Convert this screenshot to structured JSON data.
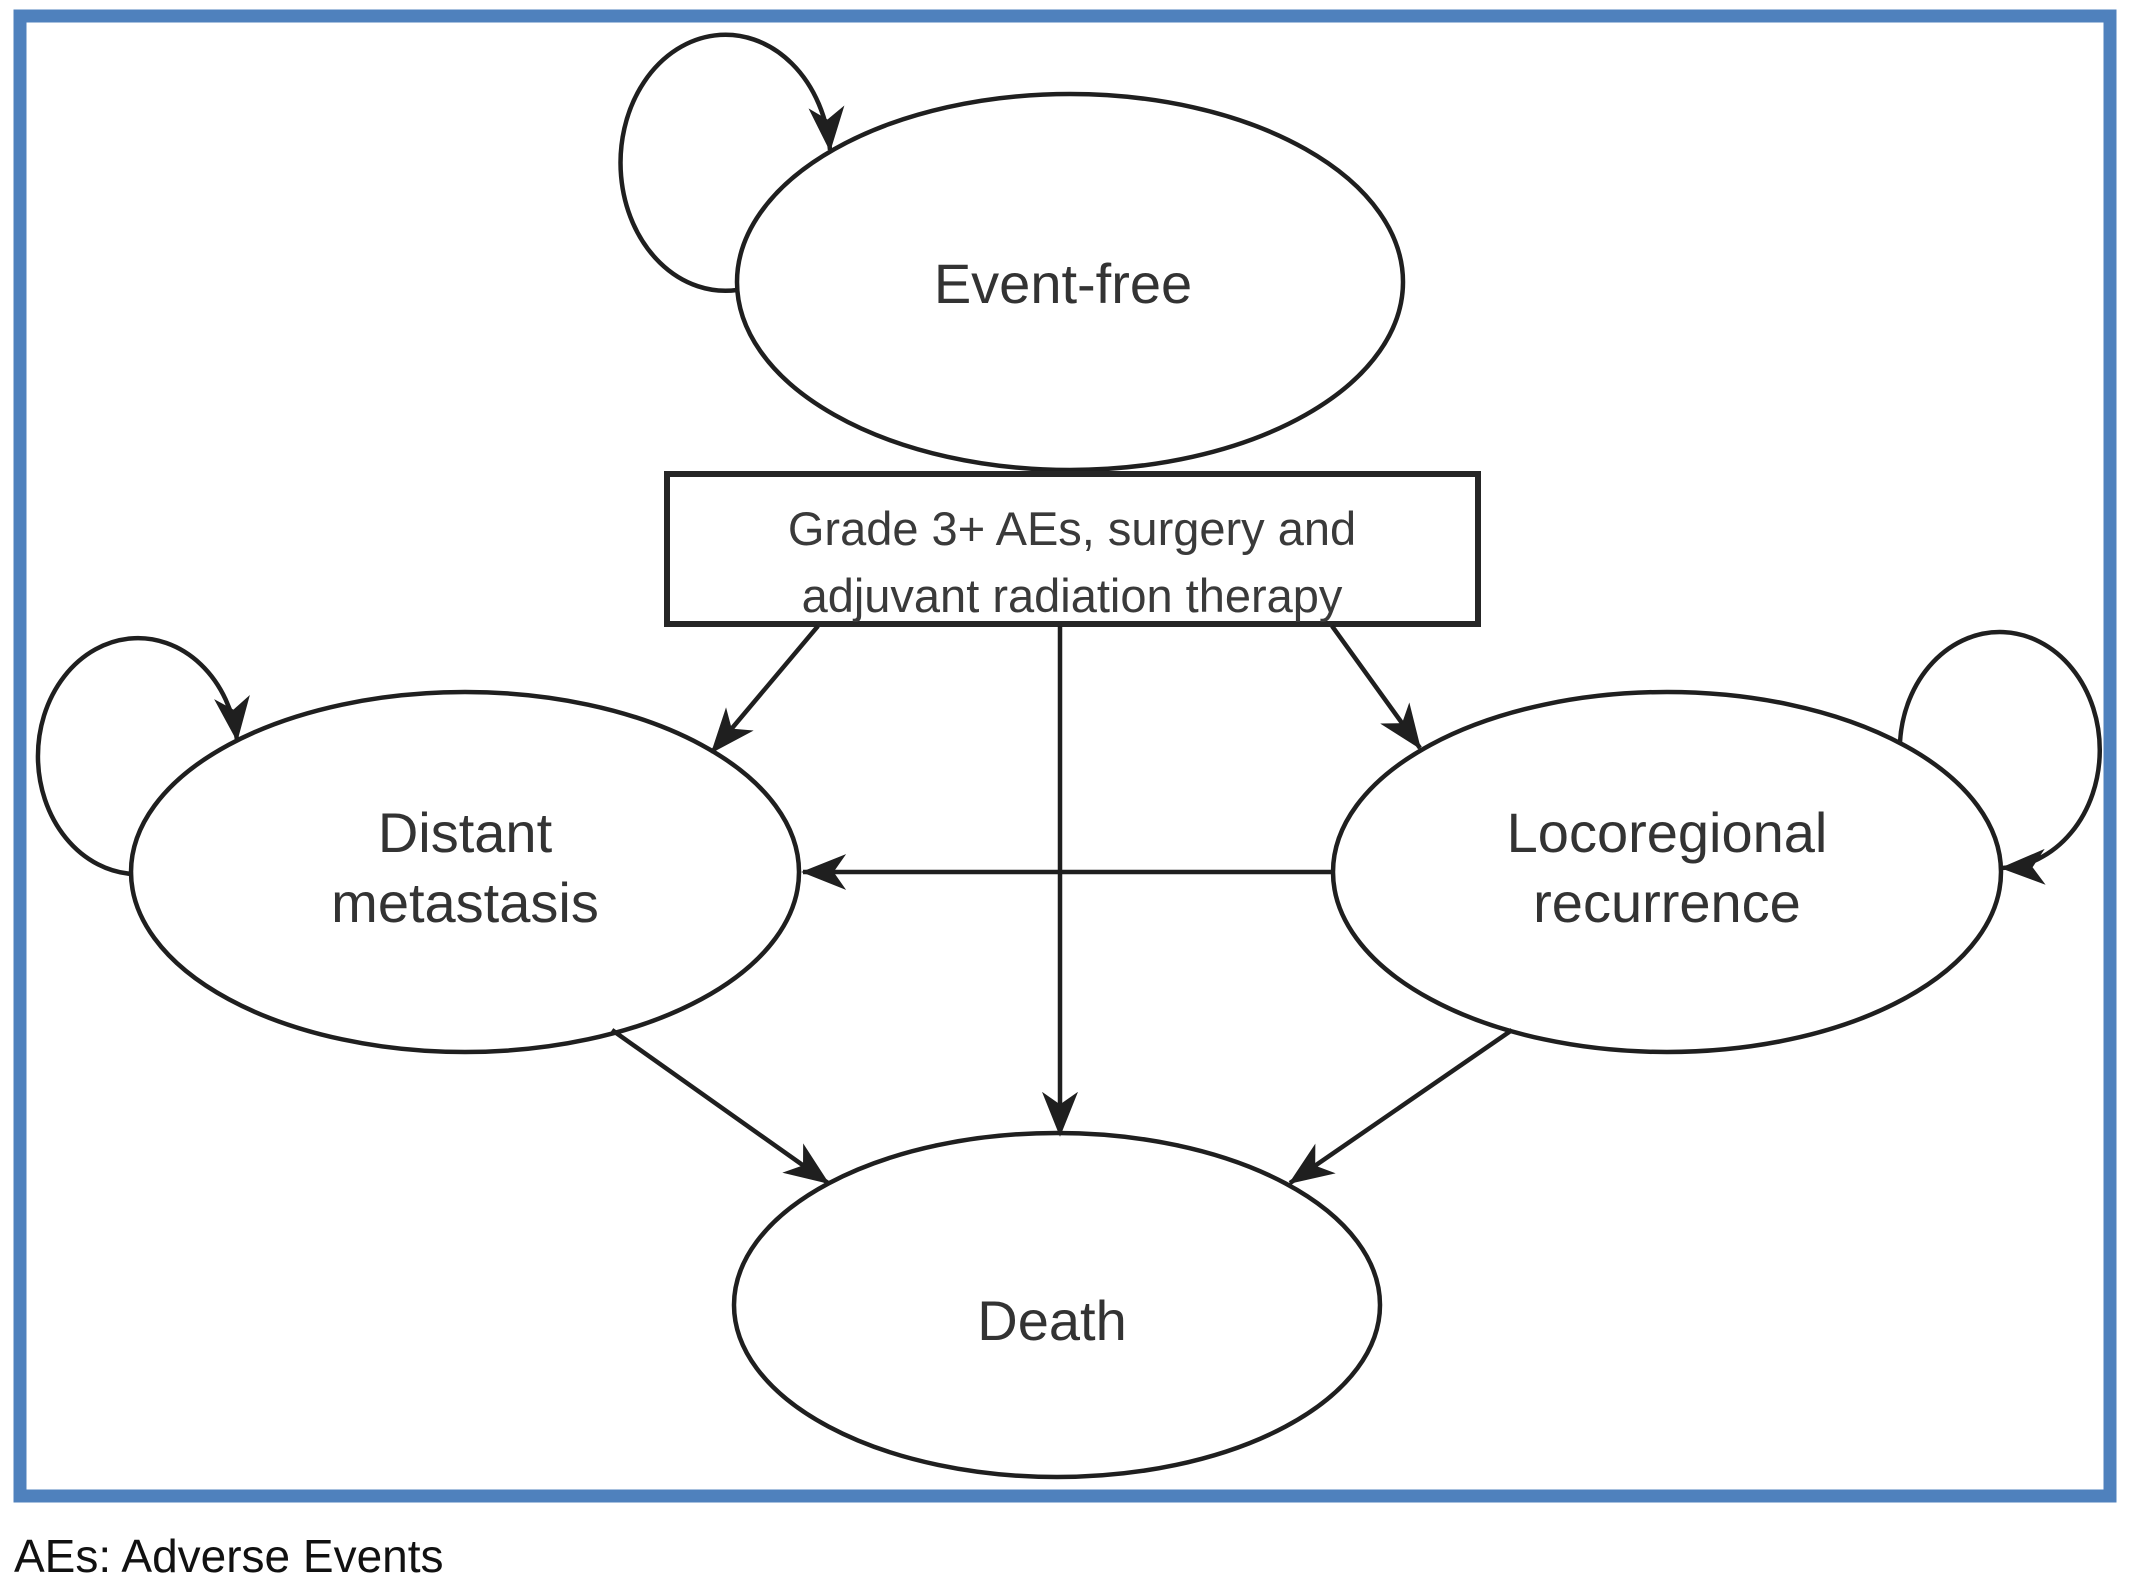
{
  "diagram": {
    "nodes": {
      "event_free": {
        "label": "Event-free",
        "self_loop": true
      },
      "distant_metastasis": {
        "line1": "Distant",
        "line2": "metastasis",
        "self_loop": true
      },
      "locoregional_recurrence": {
        "line1": "Locoregional",
        "line2": "recurrence",
        "self_loop": true
      },
      "death": {
        "label": "Death",
        "self_loop": false
      }
    },
    "transition_box": {
      "line1": "Grade 3+ AEs, surgery and",
      "line2": "adjuvant radiation therapy"
    },
    "edges": [
      {
        "from": "Event-free",
        "to": "Event-free",
        "type": "self-loop"
      },
      {
        "from": "Distant metastasis",
        "to": "Distant metastasis",
        "type": "self-loop"
      },
      {
        "from": "Locoregional recurrence",
        "to": "Locoregional recurrence",
        "type": "self-loop"
      },
      {
        "from": "Event-free",
        "to": "Distant metastasis",
        "via": "transition_box"
      },
      {
        "from": "Event-free",
        "to": "Death",
        "via": "transition_box"
      },
      {
        "from": "Event-free",
        "to": "Locoregional recurrence",
        "via": "transition_box"
      },
      {
        "from": "Locoregional recurrence",
        "to": "Distant metastasis"
      },
      {
        "from": "Distant metastasis",
        "to": "Death"
      },
      {
        "from": "Locoregional recurrence",
        "to": "Death"
      }
    ],
    "footnote": "AEs: Adverse Events",
    "colors": {
      "frame": "#4f81bd",
      "stroke": "#1f1f1f",
      "text": "#333333",
      "background": "#ffffff"
    }
  }
}
